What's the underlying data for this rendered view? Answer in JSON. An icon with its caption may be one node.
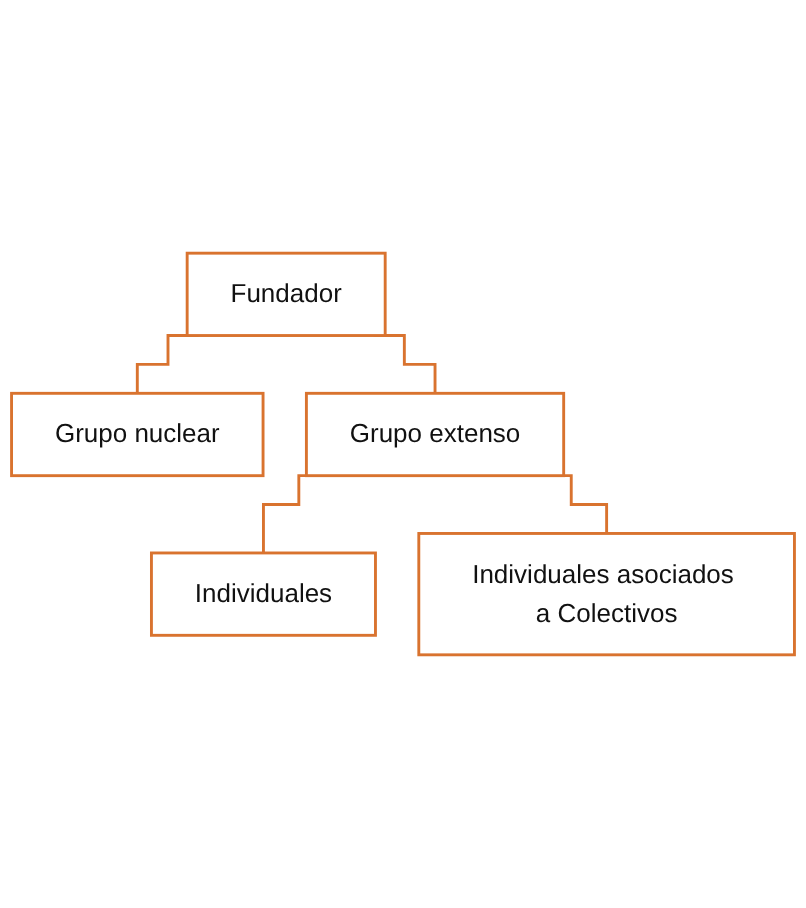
{
  "diagram": {
    "nodes": [
      {
        "text": [
          "Fundador"
        ]
      },
      {
        "text": [
          "Grupo nuclear"
        ]
      },
      {
        "text": [
          "Grupo extenso"
        ]
      },
      {
        "text": [
          "Individuales"
        ]
      },
      {
        "text": [
          "Individuales asociados a Colectivos"
        ]
      }
    ],
    "edges": [
      {
        "from": 0,
        "to": 1,
        "arrow": "none"
      },
      {
        "from": 0,
        "to": 2,
        "arrow": "none"
      },
      {
        "from": 2,
        "to": 3,
        "arrow": "none"
      },
      {
        "from": 2,
        "to": 4,
        "arrow": "none"
      }
    ]
  }
}
